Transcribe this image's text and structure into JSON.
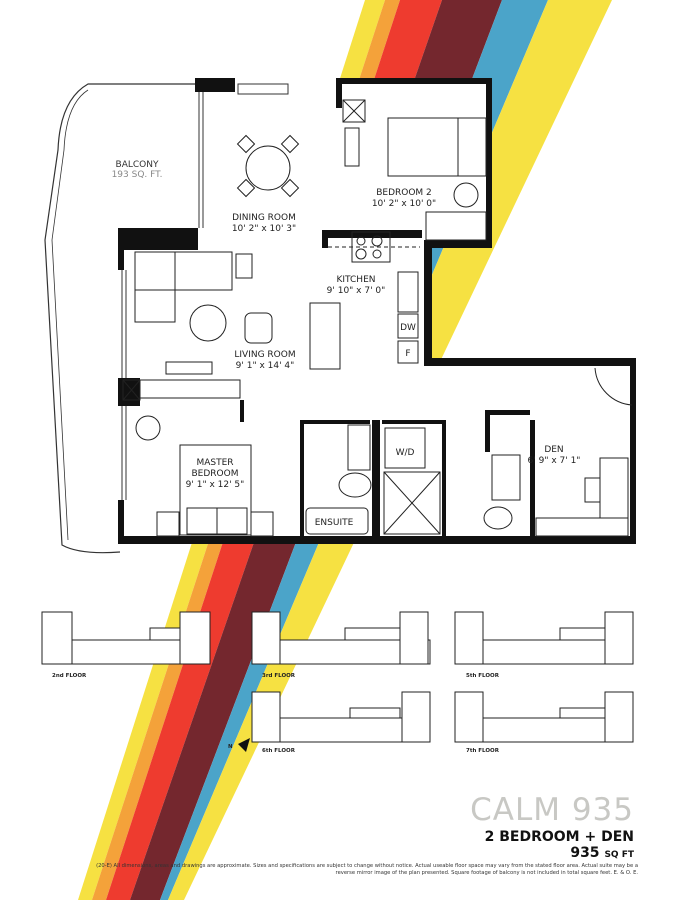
{
  "colors": {
    "yellow": "#f6e142",
    "orange": "#f4a23a",
    "red": "#ee3b2f",
    "maroon": "#74272e",
    "blue": "#4ba4c9",
    "wall": "#111111"
  },
  "balcony": {
    "label": "BALCONY",
    "area": "193 SQ. FT."
  },
  "rooms": {
    "dining": {
      "name": "DINING ROOM",
      "size": "10' 2\" x 10' 3\""
    },
    "bedroom2": {
      "name": "BEDROOM 2",
      "size": "10' 2\" x 10' 0\""
    },
    "kitchen": {
      "name": "KITCHEN",
      "size": "9' 10\" x 7' 0\""
    },
    "living": {
      "name": "LIVING ROOM",
      "size": "9' 1\" x 14' 4\""
    },
    "master": {
      "name_line1": "MASTER",
      "name_line2": "BEDROOM",
      "size": "9' 1\" x 12' 5\""
    },
    "den": {
      "name": "DEN",
      "size": "6' 9\" x 7' 1\""
    },
    "ensuite": "ENSUITE",
    "washer_dryer": "W/D",
    "dishwasher": "DW",
    "fridge": "F"
  },
  "key_plates": [
    {
      "label": "2nd FLOOR"
    },
    {
      "label": "3rd FLOOR"
    },
    {
      "label": "5th FLOOR"
    },
    {
      "label": "6th FLOOR"
    },
    {
      "label": "7th FLOOR"
    }
  ],
  "north_label": "N",
  "suite": {
    "name": "CALM 935",
    "type": "2 BEDROOM + DEN",
    "area_value": "935",
    "area_unit": "SQ FT"
  },
  "disclaimer": "(20-E) All dimensions, areas and drawings are approximate. Sizes and specifications are subject to change without notice. Actual useable floor space may vary from the stated floor area. Actual suite may be a reverse mirror image of the plan presented. Square footage of balcony is not included in total square feet. E. & O. E."
}
